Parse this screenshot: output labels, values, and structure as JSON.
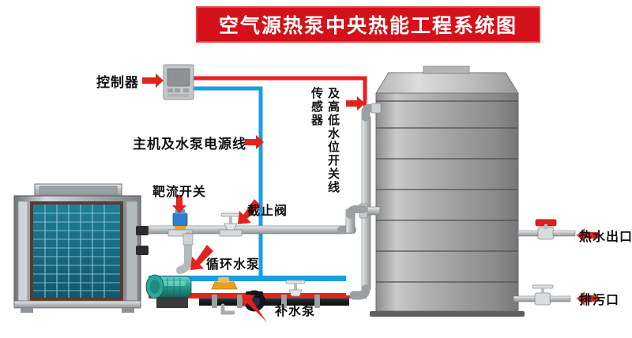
{
  "title": {
    "text": "空气源热泵中央热能工程系统图",
    "bg_color": "#d4111a",
    "border_color": "#ef3a3a",
    "text_color": "#ffffff"
  },
  "labels": {
    "controller": "控制器",
    "power_line": "主机及水泵电源线",
    "sensor": "传感器",
    "level_switch_line": "及高低水位开关线",
    "flow_switch": "靶流开关",
    "stop_valve": "截止阀",
    "circulation_pump": "循环水泵",
    "makeup_pump": "补水泵",
    "hot_water_outlet": "热水出口",
    "drain_outlet": "排污口"
  },
  "colors": {
    "hot_pipe": "#e8231a",
    "cold_pipe": "#1a9fe0",
    "sensor_wire": "#ee1d22",
    "pump_body": "#2aa79b",
    "coil": "#1b6f86",
    "tank_body": "#a8a8a8",
    "metal": "#b9bcbe",
    "arrow": "#e3231b",
    "valve_red": "#e02020",
    "valve_orange": "#e8a022",
    "makeup_pump_body": "#1c1c2a"
  },
  "components": {
    "heat_pump": "air-source-heat-pump-unit",
    "water_tank": "insulated-water-storage-tank",
    "controller_panel": "wall-mounted-controller"
  }
}
